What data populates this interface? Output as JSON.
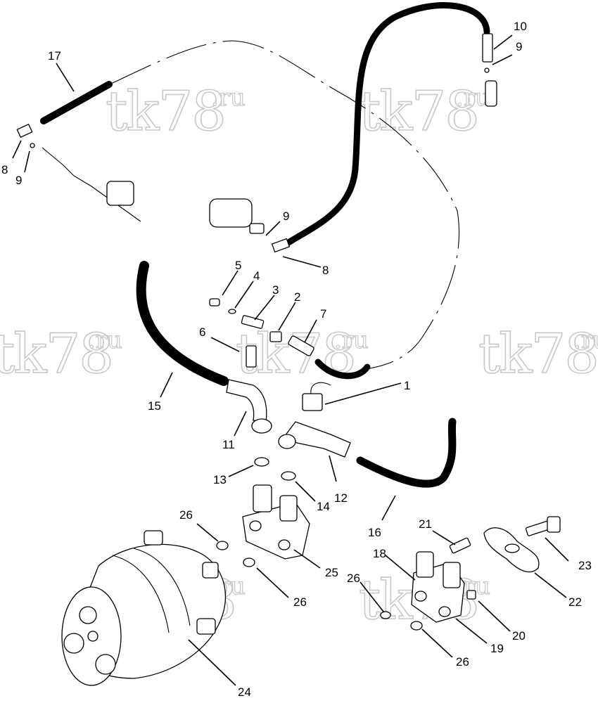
{
  "watermark": {
    "main": "tk78",
    "suffix": ".ru"
  },
  "callouts": [
    {
      "id": "c17",
      "text": "17"
    },
    {
      "id": "c8a",
      "text": "8"
    },
    {
      "id": "c9a",
      "text": "9"
    },
    {
      "id": "c10",
      "text": "10"
    },
    {
      "id": "c9b",
      "text": "9"
    },
    {
      "id": "c9c",
      "text": "9"
    },
    {
      "id": "c8b",
      "text": "8"
    },
    {
      "id": "c5",
      "text": "5"
    },
    {
      "id": "c4",
      "text": "4"
    },
    {
      "id": "c3",
      "text": "3"
    },
    {
      "id": "c2",
      "text": "2"
    },
    {
      "id": "c7",
      "text": "7"
    },
    {
      "id": "c6",
      "text": "6"
    },
    {
      "id": "c1",
      "text": "1"
    },
    {
      "id": "c15",
      "text": "15"
    },
    {
      "id": "c11",
      "text": "11"
    },
    {
      "id": "c13",
      "text": "13"
    },
    {
      "id": "c14",
      "text": "14"
    },
    {
      "id": "c12",
      "text": "12"
    },
    {
      "id": "c16",
      "text": "16"
    },
    {
      "id": "c26a",
      "text": "26"
    },
    {
      "id": "c25",
      "text": "25"
    },
    {
      "id": "c26b",
      "text": "26"
    },
    {
      "id": "c21",
      "text": "21"
    },
    {
      "id": "c23",
      "text": "23"
    },
    {
      "id": "c18",
      "text": "18"
    },
    {
      "id": "c26c",
      "text": "26"
    },
    {
      "id": "c22",
      "text": "22"
    },
    {
      "id": "c20",
      "text": "20"
    },
    {
      "id": "c19",
      "text": "19"
    },
    {
      "id": "c26d",
      "text": "26"
    },
    {
      "id": "c24",
      "text": "24"
    }
  ]
}
